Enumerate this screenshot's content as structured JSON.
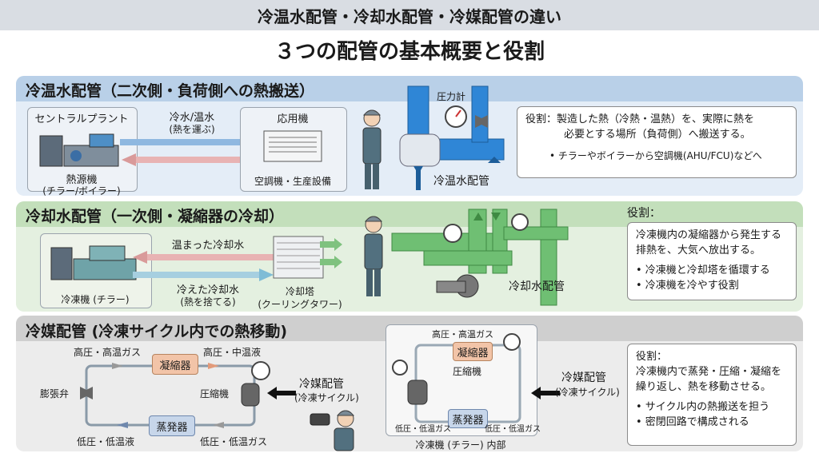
{
  "header": {
    "banner": "冷温水配管・冷却水配管・冷媒配管の違い",
    "title": "３つの配管の基本概要と役割"
  },
  "chilled_hot": {
    "title": "冷温水配管（二次側・負荷側への熱搬送）",
    "plant_label": "セントラルプラント",
    "heat_source_label": "熱源機",
    "heat_source_sub": "(チラー/ボイラー)",
    "flow_label": "冷水/温水",
    "flow_sub": "(熱を運ぶ)",
    "apply_label": "応用機",
    "apply_sub": "空調機・生産設備",
    "gauge_label": "圧力計",
    "pipe_label": "冷温水配管",
    "role_line1": "役割：製造した熱（冷熱・温熱）を、実際に熱を",
    "role_line2": "必要とする場所（負荷側）へ搬送する。",
    "role_bullet": "• チラーやボイラーから空調機(AHU/FCU)などへ"
  },
  "cooling": {
    "title": "冷却水配管（一次側・凝縮器の冷却）",
    "warm_label": "温まった冷却水",
    "cold_label": "冷えた冷却水",
    "cold_sub": "(熱を捨てる)",
    "chiller_label": "冷凍機 (チラー)",
    "tower_label": "冷却塔",
    "tower_sub": "(クーリングタワー)",
    "pipe_label": "冷却水配管",
    "role_head": "役割：",
    "role_line1": "冷凍機内の凝縮器から発生する",
    "role_line2": "排熱を、大気へ放出する。",
    "role_bullet1": "• 冷凍機と冷却塔を循環する",
    "role_bullet2": "• 冷凍機を冷やす役割"
  },
  "refrigerant": {
    "title": "冷媒配管 (冷凍サイクル内での熱移動)",
    "hp_hot_gas": "高圧・高温ガス",
    "hp_mid_liquid": "高圧・中温液",
    "condenser": "凝縮器",
    "expansion_valve": "膨張弁",
    "compressor": "圧縮機",
    "evaporator": "蒸発器",
    "lp_low_liquid": "低圧・低温液",
    "lp_low_gas": "低圧・低温ガス",
    "pipe_label": "冷媒配管",
    "pipe_sub": "(冷凍サイクル)",
    "inner_hp_gas": "高圧・高温ガス",
    "inner_condenser": "凝縮器",
    "inner_compressor": "圧縮機",
    "inner_evaporator": "蒸発器",
    "inner_lp_left": "低圧・低温ガス",
    "inner_lp_right": "低圧・低温ガス",
    "inner_caption": "冷凍機 (チラー) 内部",
    "pipe2_label": "冷媒配管",
    "pipe2_sub": "(冷凍サイクル)",
    "role_head": "役割：",
    "role_line1": "冷凍機内で蒸発・圧縮・凝縮を",
    "role_line2": "繰り返し、熱を移動させる。",
    "role_bullet1": "• サイクル内の熱搬送を担う",
    "role_bullet2": "• 密閉回路で構成される"
  },
  "colors": {
    "blue_pipe": "#2f86d6",
    "green_pipe": "#6fbf73",
    "hot_arrow": "#e29a7a",
    "cold_arrow": "#6fa8dc"
  }
}
